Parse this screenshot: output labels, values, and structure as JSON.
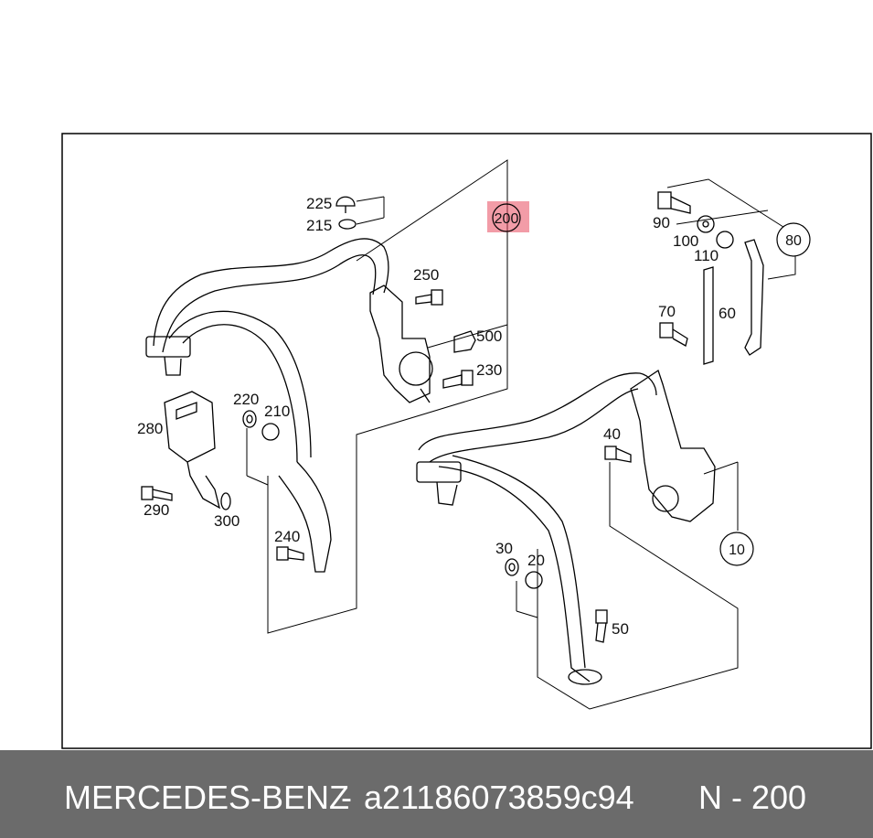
{
  "diagram": {
    "frame_color": "#000000",
    "highlight_color": "#e84a5f",
    "part_labels": [
      "225",
      "215",
      "250",
      "500",
      "230",
      "220",
      "210",
      "280",
      "290",
      "300",
      "240",
      "90",
      "100",
      "110",
      "70",
      "60",
      "40",
      "30",
      "20",
      "50"
    ],
    "callouts": {
      "group_a": "200",
      "group_b": "80",
      "group_c": "10"
    }
  },
  "footer": {
    "brand": "MERCEDES-BENZ",
    "separator": "-",
    "part_number": "a21186073859c94",
    "page_ref": "N - 200",
    "background": "#6b6b6b"
  }
}
